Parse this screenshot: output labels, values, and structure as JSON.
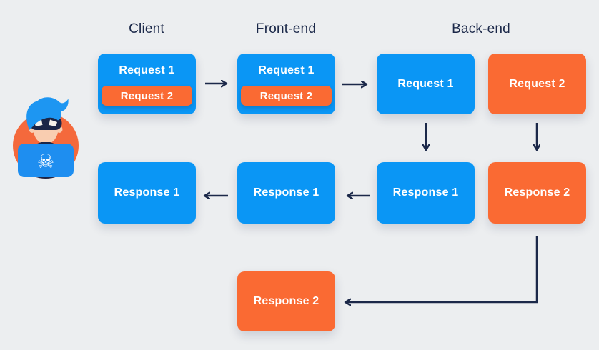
{
  "title": "Request smuggling flow diagram",
  "theme": {
    "bg": "#eceef0",
    "blue": "#0a96f5",
    "orange": "#fa6a33",
    "navy": "#1b2849",
    "white": "#ffffff",
    "avatar-orange": "#f4693c",
    "avatar-skin": "#f9cdb0",
    "avatar-skin-shade": "#efb394",
    "avatar-hair": "#1d96f2",
    "avatar-dark": "#1b2547",
    "laptop-blue": "#1e8ef0",
    "eye-white": "#f6f1ea"
  },
  "columns": [
    {
      "label": "Client"
    },
    {
      "label": "Front-end"
    },
    {
      "label": "Back-end"
    }
  ],
  "nodes": {
    "client_stack": {
      "title": "Request 1",
      "inner": "Request 2"
    },
    "frontend_stack": {
      "title": "Request 1",
      "inner": "Request 2"
    },
    "backend_request_1": {
      "label": "Request 1"
    },
    "backend_request_2": {
      "label": "Request 2"
    },
    "client_response_1": {
      "label": "Response 1"
    },
    "frontend_response_1": {
      "label": "Response 1"
    },
    "backend_response_1": {
      "label": "Response 1"
    },
    "backend_response_2": {
      "label": "Response 2"
    },
    "frontend_response_2": {
      "label": "Response 2"
    }
  },
  "avatar": {
    "skull_icon": "☠"
  }
}
